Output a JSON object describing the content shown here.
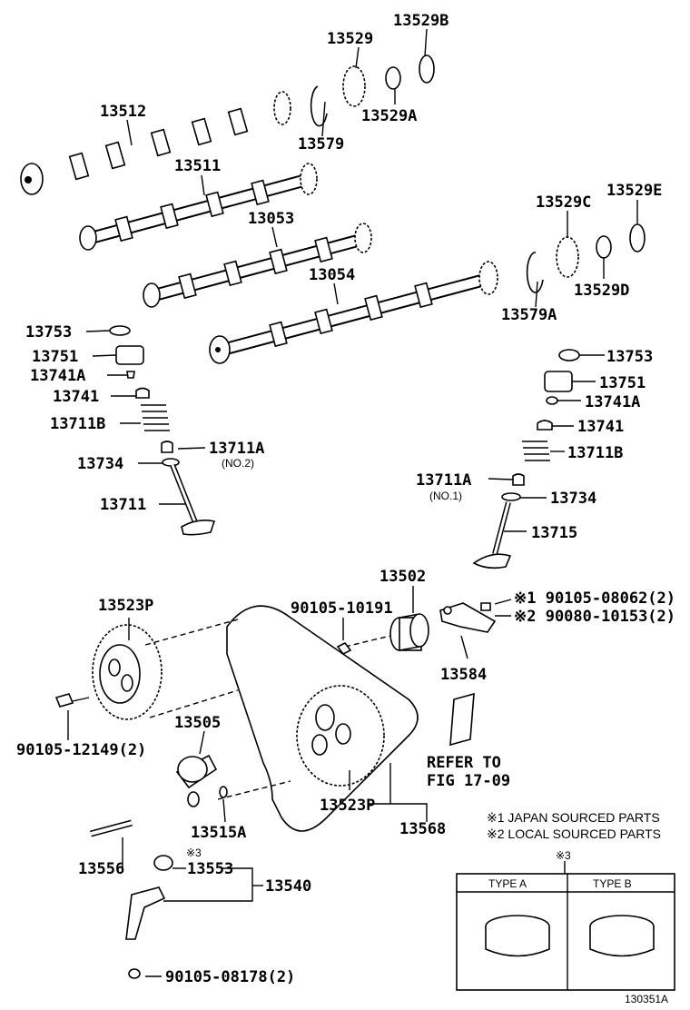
{
  "labels": {
    "p13529b": "13529B",
    "p13529": "13529",
    "p13529a": "13529A",
    "p13579": "13579",
    "p13512": "13512",
    "p13511": "13511",
    "p13053": "13053",
    "p13054": "13054",
    "p13529c": "13529C",
    "p13529e": "13529E",
    "p13529d": "13529D",
    "p13579a": "13579A",
    "l13753": "13753",
    "l13751": "13751",
    "l13741a": "13741A",
    "l13741": "13741",
    "l13711b": "13711B",
    "l13711a": "13711A",
    "l13711a_sub": "(NO.2)",
    "l13734": "13734",
    "l13711": "13711",
    "r13753": "13753",
    "r13751": "13751",
    "r13741a": "13741A",
    "r13741": "13741",
    "r13711b": "13711B",
    "r13711a": "13711A",
    "r13711a_sub": "(NO.1)",
    "r13734": "13734",
    "r13715": "13715",
    "p13502": "13502",
    "p90105_10191": "90105-10191",
    "p13584": "13584",
    "p90105_08062": "※1 90105-08062(2)",
    "p90080_10153": "※2 90080-10153(2)",
    "p13523p_top": "13523P",
    "p90105_12149": "90105-12149(2)",
    "p13505": "13505",
    "p13515a": "13515A",
    "p13556": "13556",
    "p13553_mark": "※3",
    "p13553": "13553",
    "p13540": "13540",
    "p90105_08178": "90105-08178(2)",
    "p13523p_bot": "13523P",
    "p13568": "13568",
    "refer_to": "REFER TO",
    "fig": "FIG 17-09",
    "note1": "※1 JAPAN SOURCED PARTS",
    "note2": "※2 LOCAL SOURCED PARTS",
    "box_mark": "※3",
    "type_a": "TYPE A",
    "type_b": "TYPE B",
    "fig_id": "130351A"
  }
}
